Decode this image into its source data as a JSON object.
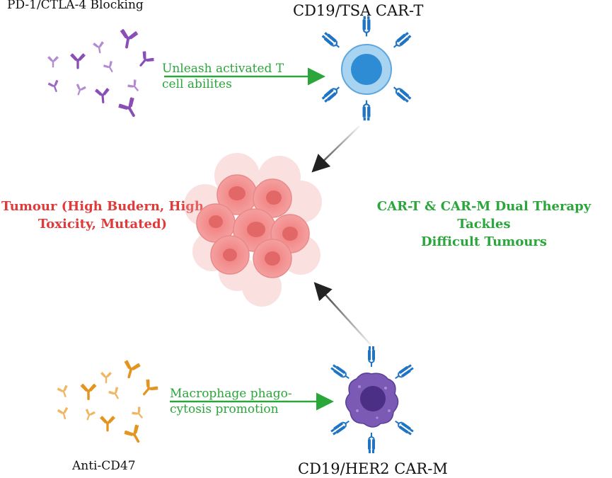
{
  "labels": {
    "top_left": "PD-1/CTLA-4 Blocking",
    "top_right": "CD19/TSA CAR-T",
    "arrow_top": [
      "Unleash activated T",
      "cell abilites"
    ],
    "tumour": [
      "Tumour (High Budern, High",
      "Toxicity, Mutated)"
    ],
    "dual_therapy": [
      "CAR-T & CAR-M Dual Therapy Tackles",
      "Difficult Tumours"
    ],
    "arrow_bottom": [
      "Macrophage phago-",
      "cytosis promotion"
    ],
    "bottom_left": "Anti-CD47",
    "bottom_right": "CD19/HER2 CAR-M"
  },
  "colors": {
    "antibody_purple": "#8a4fb5",
    "antibody_orange": "#e3951f",
    "tcell_blue": "#2f8fd6",
    "macrophage_purple": "#7a5ab5",
    "tumour_pink": "#f08585",
    "arrow_green": "#2aa63a",
    "arrow_black": "#222222"
  }
}
